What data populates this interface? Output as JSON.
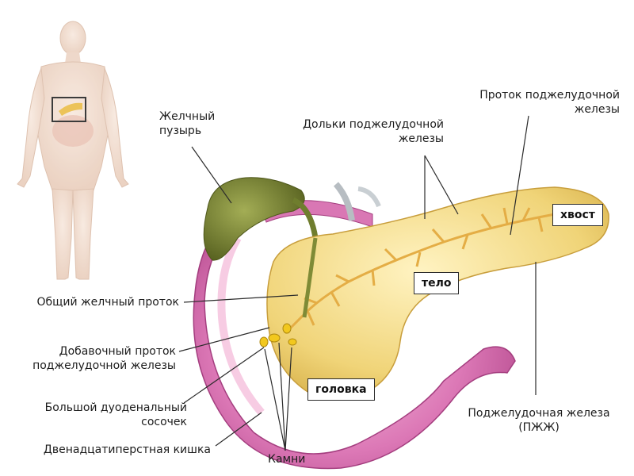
{
  "labels": {
    "gallbladder": [
      "Желчный",
      "пузырь"
    ],
    "lobules": [
      "Дольки поджелудочной",
      "железы"
    ],
    "pancreatic_duct": [
      "Проток поджелудочной",
      "железы"
    ],
    "common_bile_duct": "Общий желчный проток",
    "accessory_duct": [
      "Добавочный проток",
      "поджелудочной железы"
    ],
    "papilla": [
      "Большой дуоденальный",
      "сосочек"
    ],
    "duodenum": "Двенадцатиперстная кишка",
    "stones": "Камни",
    "pancreas": [
      "Поджелудочная железа",
      "(ПЖЖ)"
    ]
  },
  "regions": {
    "tail": "хвост",
    "body": "тело",
    "head": "головка"
  },
  "colors": {
    "pancreas": "#f2d77a",
    "duodenum": "#d35fa6",
    "gallbladder": "#6f7d2e",
    "ducts": "#e6b04a"
  }
}
